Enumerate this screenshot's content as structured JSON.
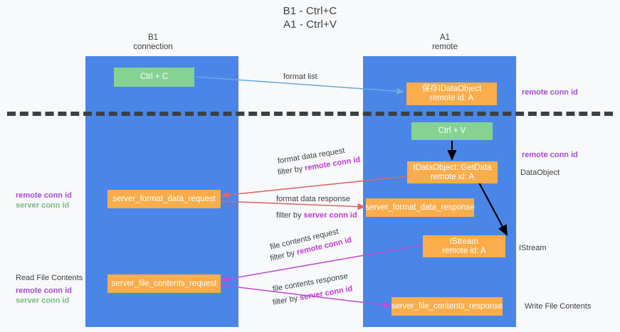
{
  "title": {
    "line1": "B1 - Ctrl+C",
    "line2": "A1 - Ctrl+V"
  },
  "lanes": [
    {
      "id": "b1",
      "header_line1": "B1",
      "header_line2": "connection",
      "color": "#4a86e8"
    },
    {
      "id": "a1",
      "header_line1": "A1",
      "header_line2": "remote",
      "color": "#4a86e8"
    }
  ],
  "boxes": {
    "ctrl_c": {
      "line1": "Ctrl + C",
      "line2": "",
      "color": "#86d293"
    },
    "ole_idataobject": {
      "line1": "保存IDataObject",
      "line2": "remote id: A",
      "color": "#fbad4b"
    },
    "ctrl_v": {
      "line1": "Ctrl + V",
      "line2": "",
      "color": "#86d293"
    },
    "idataobject_getdata": {
      "line1": "IDataObject::GetData",
      "line2": "remote id: A",
      "color": "#fbad4b"
    },
    "server_format_data_request": {
      "line1": "server_format_data_request",
      "line2": "",
      "color": "#fbad4b"
    },
    "server_format_data_response": {
      "line1": "server_format_data_response",
      "line2": "",
      "color": "#fbad4b"
    },
    "istream": {
      "line1": "IStream",
      "line2": "remote id: A",
      "color": "#fbad4b"
    },
    "server_file_contents_request": {
      "line1": "server_file_contents_request",
      "line2": "",
      "color": "#fbad4b"
    },
    "server_file_contents_response": {
      "line1": "server_file_contents_response",
      "line2": "",
      "color": "#fbad4b"
    }
  },
  "edge_labels": {
    "format_list": {
      "text": "format list"
    },
    "format_data_request": {
      "line1": "format data request",
      "line2_prefix": "filter by ",
      "line2_highlight": "remote conn id"
    },
    "format_data_response": {
      "line1": "format data response",
      "line2_prefix": "filter by ",
      "line2_highlight": "server conn id"
    },
    "file_contents_request": {
      "line1": "file contents request",
      "line2_prefix": "filter by ",
      "line2_highlight": "remote conn id"
    },
    "file_contents_response": {
      "line1": "file contents response",
      "line2_prefix": "filter by ",
      "line2_highlight": "server conn id"
    }
  },
  "annotations": {
    "right_remote_conn_id_top": "remote conn id",
    "right_remote_conn_id_mid": "remote conn id",
    "right_dataobject": "DataObject",
    "right_istream": "IStream",
    "right_write_file_contents": "Write File Contents",
    "left_remote_conn_id_mid": "remote conn id",
    "left_server_conn_id_mid": "server conn id",
    "left_read_file_contents": "Read File Contents",
    "left_remote_conn_id_bottom": "remote conn id",
    "left_server_conn_id_bottom": "server conn id"
  },
  "colors": {
    "lane": "#4a86e8",
    "green_box": "#86d293",
    "orange_box": "#fbad4b",
    "purple_text": "#a64dd1",
    "green_text": "#7cba86",
    "magenta_text": "#c23bd6",
    "red_arrow": "#e06666",
    "blue_arrow": "#6fa8dc",
    "magenta_arrow": "#bf4fd0",
    "black_arrow": "#000000",
    "divider": "#3c4043",
    "background": "#f8f9fa"
  }
}
